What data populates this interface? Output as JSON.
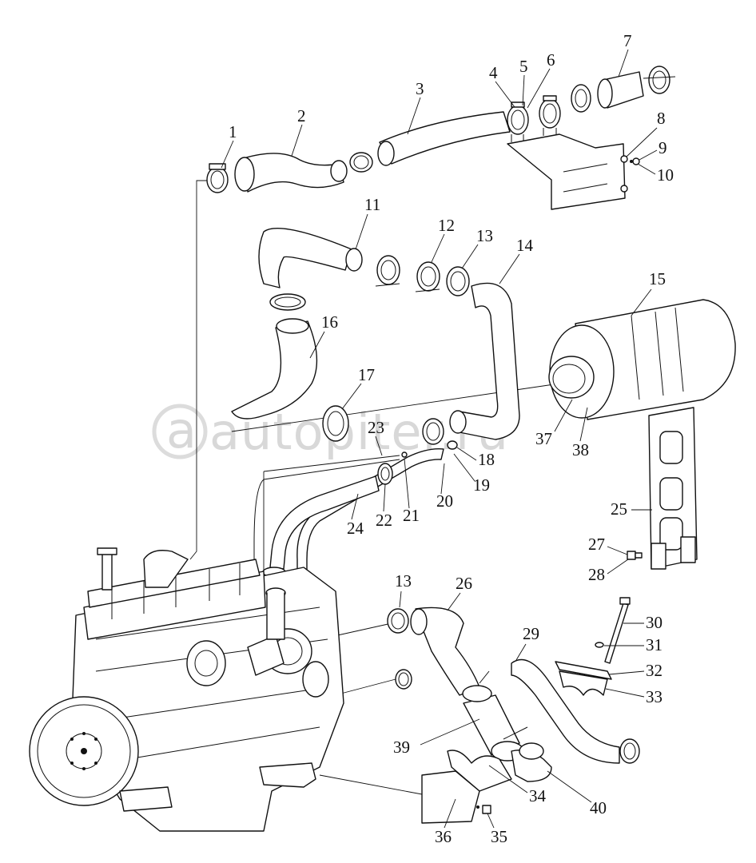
{
  "watermark": "autopiter.ru",
  "callouts": [
    "1",
    "2",
    "3",
    "4",
    "5",
    "6",
    "7",
    "8",
    "9",
    "10",
    "11",
    "12",
    "13",
    "14",
    "15",
    "16",
    "17",
    "18",
    "19",
    "20",
    "21",
    "22",
    "23",
    "24",
    "25",
    "26",
    "27",
    "28",
    "29",
    "30",
    "31",
    "32",
    "33",
    "34",
    "35",
    "36",
    "37",
    "38",
    "39",
    "40",
    "13"
  ]
}
